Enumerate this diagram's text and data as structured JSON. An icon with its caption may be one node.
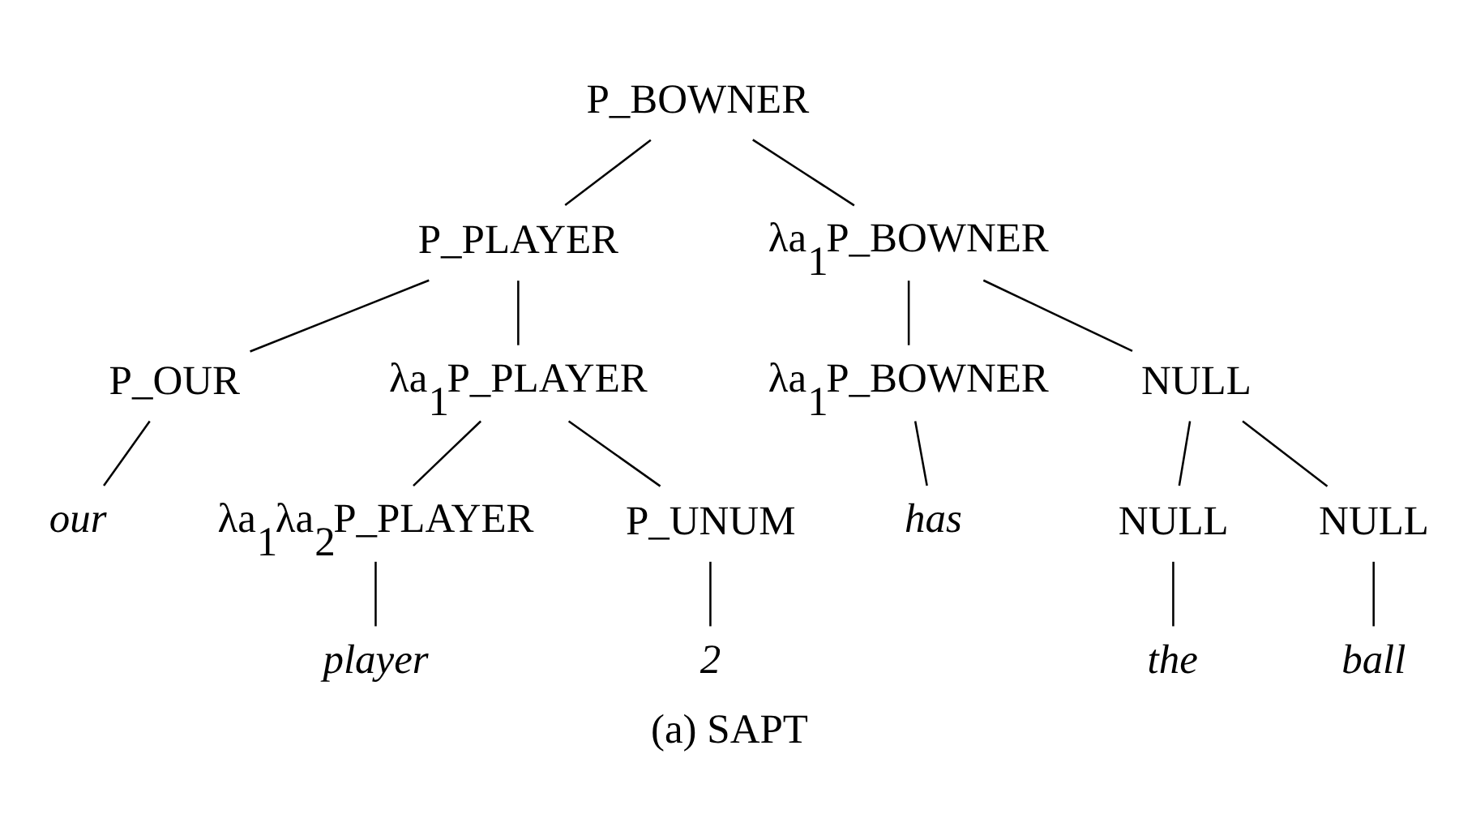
{
  "diagram": {
    "caption": "(a) SAPT",
    "nodes": [
      {
        "text": [
          "P_BOWNER"
        ]
      },
      {
        "text": [
          "P_PLAYER"
        ]
      },
      {
        "text": [
          "λa$_{1}$P_BOWNER"
        ]
      },
      {
        "text": [
          "P_OUR"
        ]
      },
      {
        "text": [
          "λa$_{1}$P_PLAYER"
        ]
      },
      {
        "text": [
          "λa$_{1}$P_BOWNER"
        ]
      },
      {
        "text": [
          "NULL"
        ]
      },
      {
        "text": [
          "our"
        ]
      },
      {
        "text": [
          "λa$_{1}$λa$_{2}$P_PLAYER"
        ]
      },
      {
        "text": [
          "P_UNUM"
        ]
      },
      {
        "text": [
          "has"
        ]
      },
      {
        "text": [
          "NULL"
        ]
      },
      {
        "text": [
          "NULL"
        ]
      },
      {
        "text": [
          "player"
        ]
      },
      {
        "text": [
          "2"
        ]
      },
      {
        "text": [
          "the"
        ]
      },
      {
        "text": [
          "ball"
        ]
      }
    ],
    "edges": [
      {
        "from": 0,
        "to": 1,
        "arrow": "none"
      },
      {
        "from": 0,
        "to": 2,
        "arrow": "none"
      },
      {
        "from": 1,
        "to": 3,
        "arrow": "none"
      },
      {
        "from": 1,
        "to": 4,
        "arrow": "none"
      },
      {
        "from": 2,
        "to": 5,
        "arrow": "none"
      },
      {
        "from": 2,
        "to": 6,
        "arrow": "none"
      },
      {
        "from": 3,
        "to": 7,
        "arrow": "none"
      },
      {
        "from": 4,
        "to": 8,
        "arrow": "none"
      },
      {
        "from": 4,
        "to": 9,
        "arrow": "none"
      },
      {
        "from": 5,
        "to": 10,
        "arrow": "none"
      },
      {
        "from": 6,
        "to": 11,
        "arrow": "none"
      },
      {
        "from": 6,
        "to": 12,
        "arrow": "none"
      },
      {
        "from": 8,
        "to": 13,
        "arrow": "none"
      },
      {
        "from": 9,
        "to": 14,
        "arrow": "none"
      },
      {
        "from": 11,
        "to": 15,
        "arrow": "none"
      },
      {
        "from": 12,
        "to": 16,
        "arrow": "none"
      }
    ]
  }
}
